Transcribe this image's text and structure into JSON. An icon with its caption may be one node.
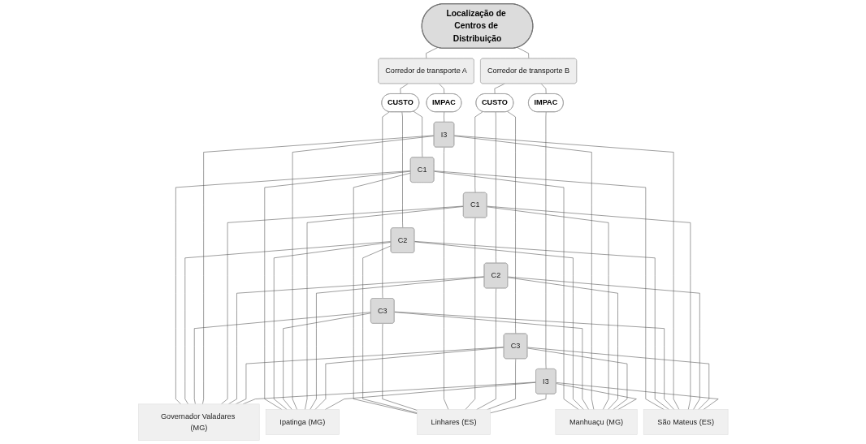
{
  "diagram": {
    "nodes": [
      {
        "text": [
          "Localização de Centros de Distribuição"
        ]
      },
      {
        "text": [
          "Corredor de transporte A"
        ]
      },
      {
        "text": [
          "Corredor de transporte B"
        ]
      },
      {
        "text": [
          "CUSTO"
        ]
      },
      {
        "text": [
          "IMPAC"
        ]
      },
      {
        "text": [
          "C1"
        ]
      },
      {
        "text": [
          "C2"
        ]
      },
      {
        "text": [
          "C3"
        ]
      },
      {
        "text": [
          "I3"
        ]
      },
      {
        "text": [
          "CUSTO"
        ]
      },
      {
        "text": [
          "IMPAC"
        ]
      },
      {
        "text": [
          "C1"
        ]
      },
      {
        "text": [
          "C2"
        ]
      },
      {
        "text": [
          "C3"
        ]
      },
      {
        "text": [
          "I3"
        ]
      },
      {
        "text": [
          "Governador Valadares (MG)"
        ]
      },
      {
        "text": [
          "Ipatinga (MG)"
        ]
      },
      {
        "text": [
          "Linhares (ES)"
        ]
      },
      {
        "text": [
          "Manhuaçu (MG)"
        ]
      },
      {
        "text": [
          "São Mateus (ES)"
        ]
      }
    ],
    "edges": [
      {
        "from": 0,
        "to": 1,
        "arrow": "none"
      },
      {
        "from": 0,
        "to": 2,
        "arrow": "none"
      },
      {
        "from": 1,
        "to": 3,
        "arrow": "none"
      },
      {
        "from": 1,
        "to": 4,
        "arrow": "none"
      },
      {
        "from": 3,
        "to": 5,
        "arrow": "none"
      },
      {
        "from": 3,
        "to": 6,
        "arrow": "none"
      },
      {
        "from": 3,
        "to": 7,
        "arrow": "none"
      },
      {
        "from": 4,
        "to": 8,
        "arrow": "none"
      },
      {
        "from": 2,
        "to": 9,
        "arrow": "none"
      },
      {
        "from": 2,
        "to": 10,
        "arrow": "none"
      },
      {
        "from": 9,
        "to": 11,
        "arrow": "none"
      },
      {
        "from": 9,
        "to": 12,
        "arrow": "none"
      },
      {
        "from": 9,
        "to": 13,
        "arrow": "none"
      },
      {
        "from": 10,
        "to": 14,
        "arrow": "none"
      },
      {
        "from": 5,
        "to": 15,
        "arrow": "none"
      },
      {
        "from": 5,
        "to": 16,
        "arrow": "none"
      },
      {
        "from": 5,
        "to": 17,
        "arrow": "none"
      },
      {
        "from": 5,
        "to": 18,
        "arrow": "none"
      },
      {
        "from": 5,
        "to": 19,
        "arrow": "none"
      },
      {
        "from": 6,
        "to": 15,
        "arrow": "none"
      },
      {
        "from": 6,
        "to": 16,
        "arrow": "none"
      },
      {
        "from": 6,
        "to": 17,
        "arrow": "none"
      },
      {
        "from": 6,
        "to": 18,
        "arrow": "none"
      },
      {
        "from": 6,
        "to": 19,
        "arrow": "none"
      },
      {
        "from": 7,
        "to": 15,
        "arrow": "none"
      },
      {
        "from": 7,
        "to": 16,
        "arrow": "none"
      },
      {
        "from": 7,
        "to": 17,
        "arrow": "none"
      },
      {
        "from": 7,
        "to": 18,
        "arrow": "none"
      },
      {
        "from": 7,
        "to": 19,
        "arrow": "none"
      },
      {
        "from": 8,
        "to": 15,
        "arrow": "none"
      },
      {
        "from": 8,
        "to": 16,
        "arrow": "none"
      },
      {
        "from": 8,
        "to": 17,
        "arrow": "none"
      },
      {
        "from": 8,
        "to": 18,
        "arrow": "none"
      },
      {
        "from": 8,
        "to": 19,
        "arrow": "none"
      },
      {
        "from": 11,
        "to": 15,
        "arrow": "none"
      },
      {
        "from": 11,
        "to": 16,
        "arrow": "none"
      },
      {
        "from": 11,
        "to": 17,
        "arrow": "none"
      },
      {
        "from": 11,
        "to": 18,
        "arrow": "none"
      },
      {
        "from": 11,
        "to": 19,
        "arrow": "none"
      },
      {
        "from": 12,
        "to": 15,
        "arrow": "none"
      },
      {
        "from": 12,
        "to": 16,
        "arrow": "none"
      },
      {
        "from": 12,
        "to": 17,
        "arrow": "none"
      },
      {
        "from": 12,
        "to": 18,
        "arrow": "none"
      },
      {
        "from": 12,
        "to": 19,
        "arrow": "none"
      },
      {
        "from": 13,
        "to": 15,
        "arrow": "none"
      },
      {
        "from": 13,
        "to": 16,
        "arrow": "none"
      },
      {
        "from": 13,
        "to": 17,
        "arrow": "none"
      },
      {
        "from": 13,
        "to": 18,
        "arrow": "none"
      },
      {
        "from": 13,
        "to": 19,
        "arrow": "none"
      },
      {
        "from": 14,
        "to": 15,
        "arrow": "none"
      },
      {
        "from": 14,
        "to": 16,
        "arrow": "none"
      },
      {
        "from": 14,
        "to": 17,
        "arrow": "none"
      },
      {
        "from": 14,
        "to": 18,
        "arrow": "none"
      },
      {
        "from": 14,
        "to": 19,
        "arrow": "none"
      }
    ]
  }
}
